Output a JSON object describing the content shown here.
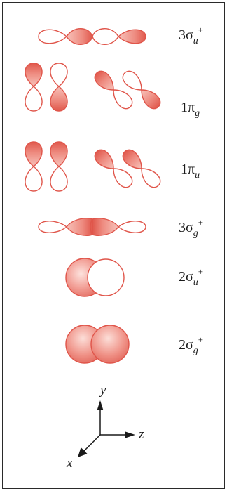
{
  "orbitals": [
    {
      "id": "3su",
      "number": "3",
      "symbol": "σ",
      "subscript": "u",
      "superscript": "+"
    },
    {
      "id": "1pg",
      "number": "1",
      "symbol": "π",
      "subscript": "g",
      "superscript": ""
    },
    {
      "id": "1pu",
      "number": "1",
      "symbol": "π",
      "subscript": "u",
      "superscript": ""
    },
    {
      "id": "3sg",
      "number": "3",
      "symbol": "σ",
      "subscript": "g",
      "superscript": "+"
    },
    {
      "id": "2su",
      "number": "2",
      "symbol": "σ",
      "subscript": "u",
      "superscript": "+"
    },
    {
      "id": "2sg",
      "number": "2",
      "symbol": "σ",
      "subscript": "g",
      "superscript": "+"
    }
  ],
  "axes": {
    "y": "y",
    "z": "z",
    "x": "x"
  },
  "colors": {
    "lobe_fill": "#ec8a80",
    "lobe_fill_light": "#fbd9d3",
    "stroke": "#e0554a",
    "white": "#ffffff"
  }
}
